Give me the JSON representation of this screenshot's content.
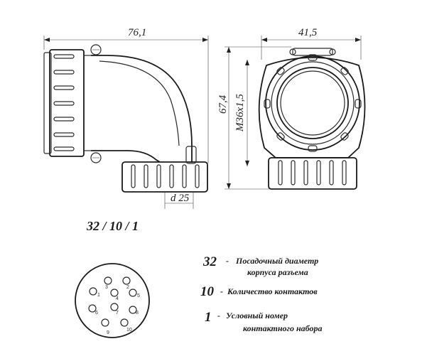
{
  "dimensions": {
    "side_length": "76,1",
    "front_width": "41,5",
    "height": "67,4",
    "thread": "M36x1,5",
    "cable_diameter": "d 25"
  },
  "code": "32 / 10 / 1",
  "legend": [
    {
      "num": "32",
      "dash": "-",
      "line1": "Посадочный диаметр",
      "line2": "корпуса разъема"
    },
    {
      "num": "10",
      "dash": "-",
      "line1": "Количество контактов",
      "line2": ""
    },
    {
      "num": "1",
      "dash": "-",
      "line1": "Условный номер",
      "line2": "контактного набора"
    }
  ],
  "pins": [
    "1",
    "2",
    "3",
    "4",
    "5",
    "6",
    "7",
    "8",
    "9",
    "10"
  ]
}
